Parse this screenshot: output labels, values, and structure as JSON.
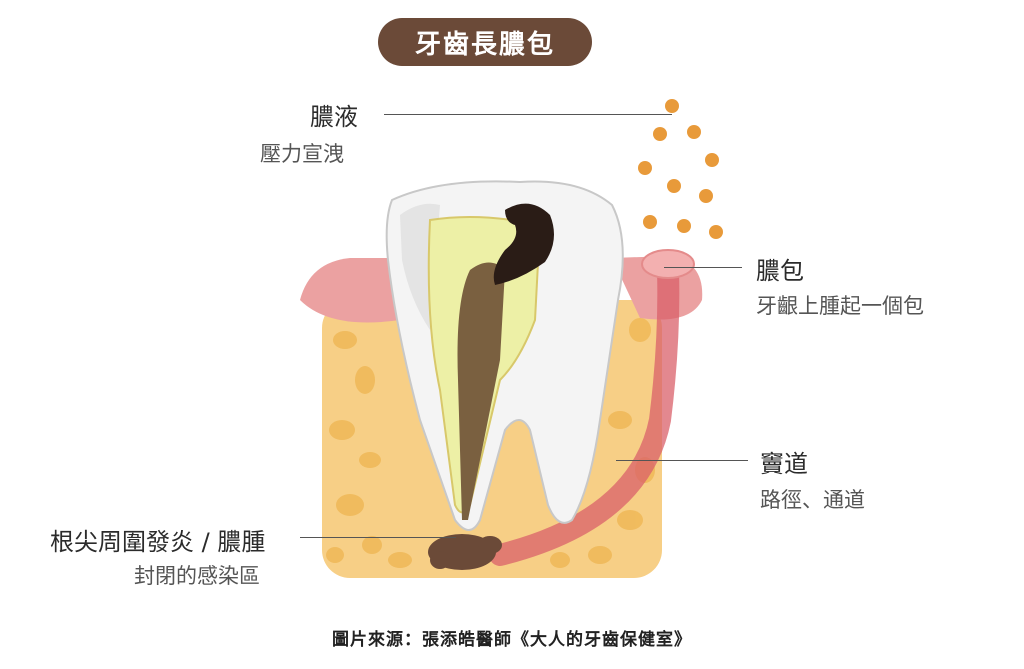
{
  "title": "牙齒長膿包",
  "labels": {
    "pus": {
      "main": "膿液",
      "sub": "壓力宣洩"
    },
    "abscess": {
      "main": "膿包",
      "sub": "牙齦上腫起一個包"
    },
    "sinus": {
      "main": "竇道",
      "sub": "路徑、通道"
    },
    "apical": {
      "main": "根尖周圍發炎 / 膿腫",
      "sub": "封閉的感染區"
    }
  },
  "credit": "圖片來源：張添皓醫師《大人的牙齒保健室》",
  "colors": {
    "title_bg": "#6b4a38",
    "bone": "#f6c97a",
    "gum": "#e79a9a",
    "pus": "#e89a3a",
    "tooth": "#f2f2f2",
    "pulp": "#e9ee9a",
    "abscess": "#6b4a38"
  }
}
